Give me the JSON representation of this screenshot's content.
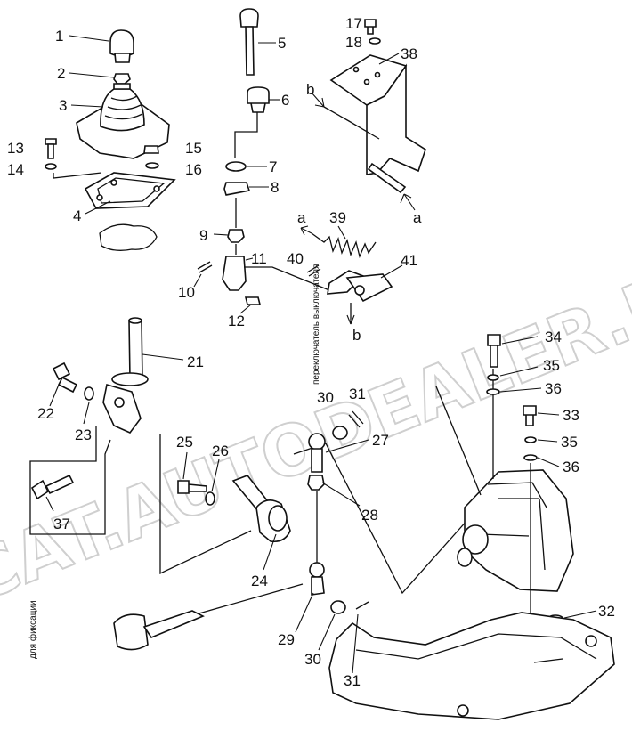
{
  "callouts": {
    "n1": "1",
    "n2": "2",
    "n3": "3",
    "n4": "4",
    "n5": "5",
    "n6": "6",
    "n7": "7",
    "n8": "8",
    "n9": "9",
    "n10": "10",
    "n11": "11",
    "n12": "12",
    "n13": "13",
    "n14": "14",
    "n15": "15",
    "n16": "16",
    "n17": "17",
    "n18": "18",
    "n21": "21",
    "n22": "22",
    "n23": "23",
    "n24": "24",
    "n25": "25",
    "n26": "26",
    "n27": "27",
    "n28": "28",
    "n29": "29",
    "n30a": "30",
    "n30b": "30",
    "n31a": "31",
    "n31b": "31",
    "n32": "32",
    "n33": "33",
    "n34": "34",
    "n35a": "35",
    "n35b": "35",
    "n36a": "36",
    "n36b": "36",
    "n37": "37",
    "n38": "38",
    "n39": "39",
    "n40": "40",
    "n41": "41"
  },
  "refs": {
    "a1": "a",
    "a2": "a",
    "b1": "b",
    "b2": "b"
  },
  "notes": {
    "valve_label": "переключатель выключателя",
    "fix_label": "для фиксации"
  },
  "watermark": "ACAT.AUTODEALER.RU"
}
